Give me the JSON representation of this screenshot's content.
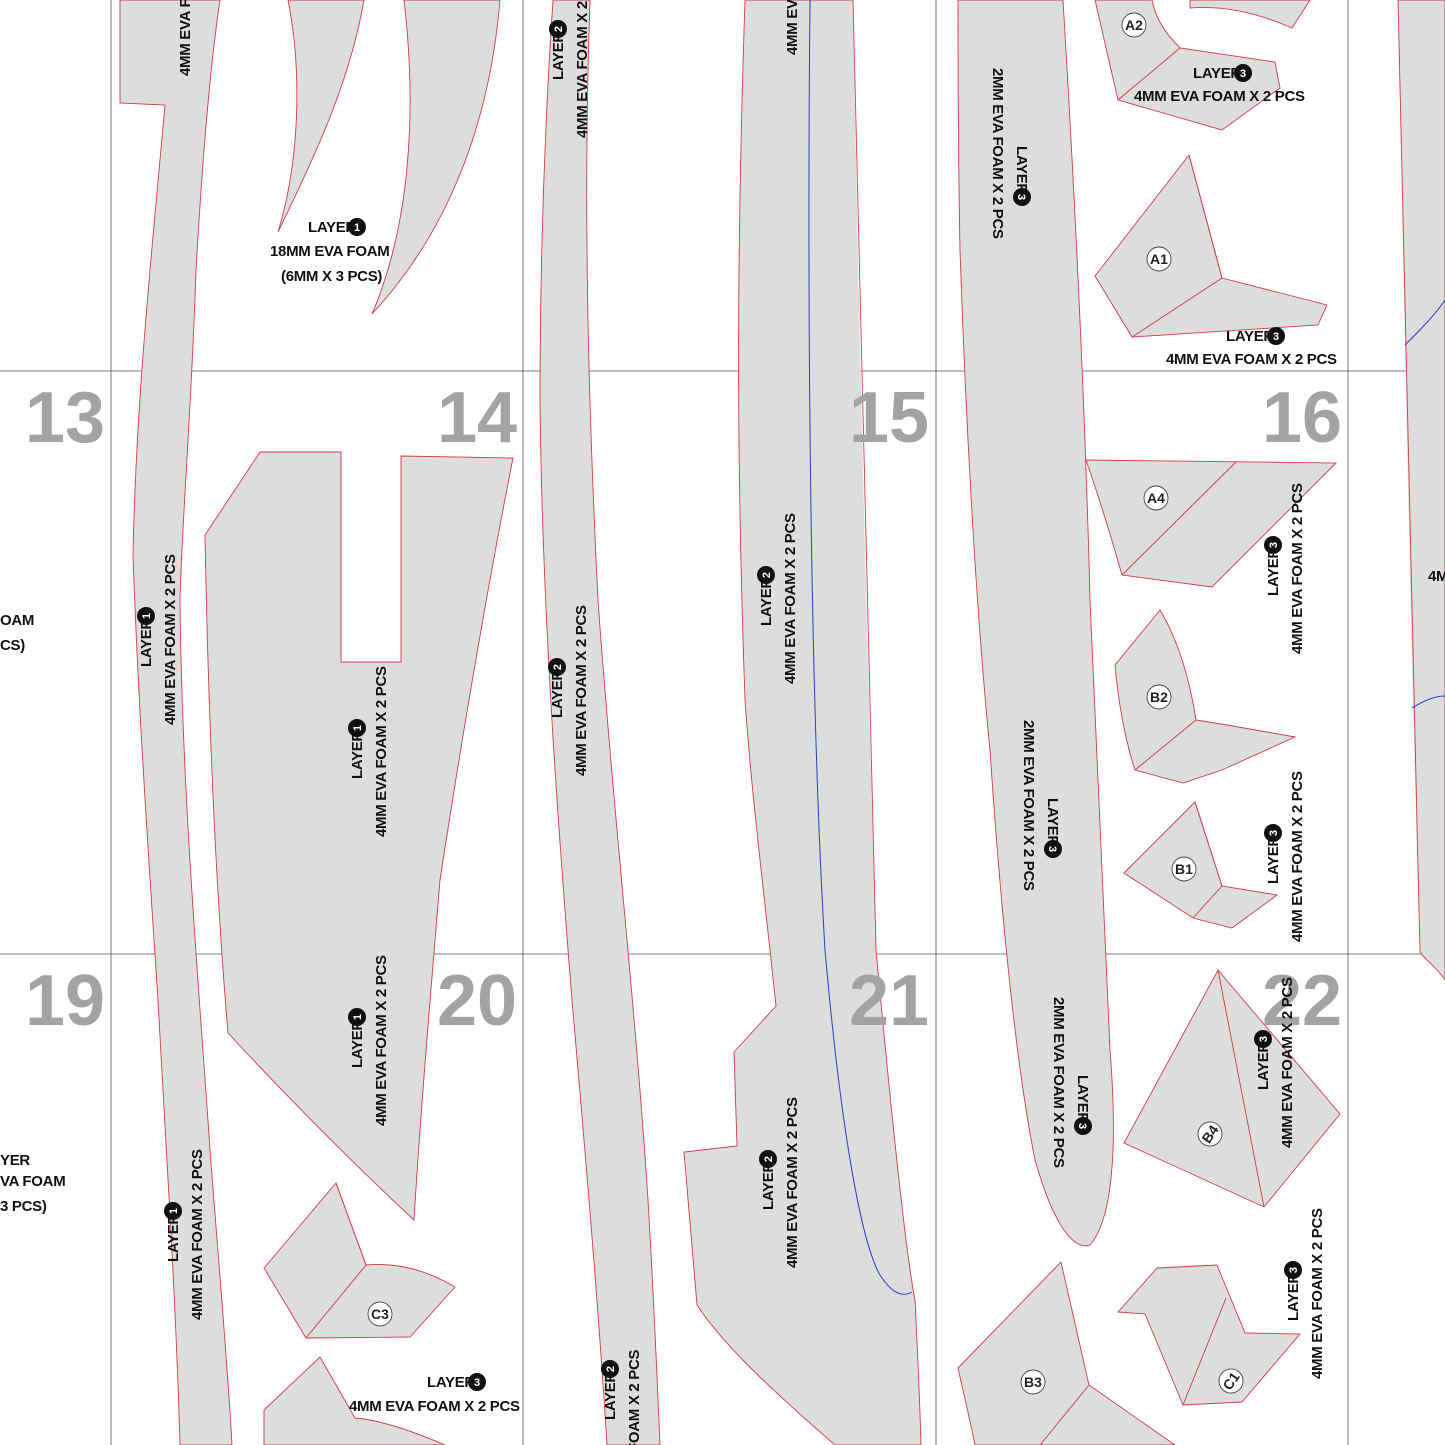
{
  "page_numbers": [
    "13",
    "14",
    "15",
    "16",
    "19",
    "20",
    "21",
    "22"
  ],
  "layers": {
    "one": "1",
    "two": "2",
    "three": "3"
  },
  "text": {
    "layer": "LAYER",
    "foam_18": "18MM EVA FOAM",
    "foam_18_qty": "(6MM X 3 PCS)",
    "foam_4_2": "4MM EVA FOAM X 2 PCS",
    "foam_2_2": "2MM EVA FOAM X 2 PCS",
    "foam_4_cut": "4MM EVA FO",
    "foam_4_cut2": "4MM EVA",
    "foam_cut_left": "OAM",
    "qty_cut_left": "CS)",
    "layer_cut": "YER",
    "foam_cut_left2": "VA FOAM",
    "qty_cut_left2": "3 PCS)",
    "foam_cut_bottom": "FOAM X 2 PCS",
    "right_cut": "4M"
  },
  "piece_ids": [
    "A1",
    "A2",
    "A4",
    "B1",
    "B2",
    "B3",
    "B4",
    "C1",
    "C3"
  ],
  "colors": {
    "piece_fill": "#dcdddd",
    "cut_line": "#d4394a",
    "guide_line": "#2f3dc9",
    "page_number": "#a3a3a3"
  }
}
